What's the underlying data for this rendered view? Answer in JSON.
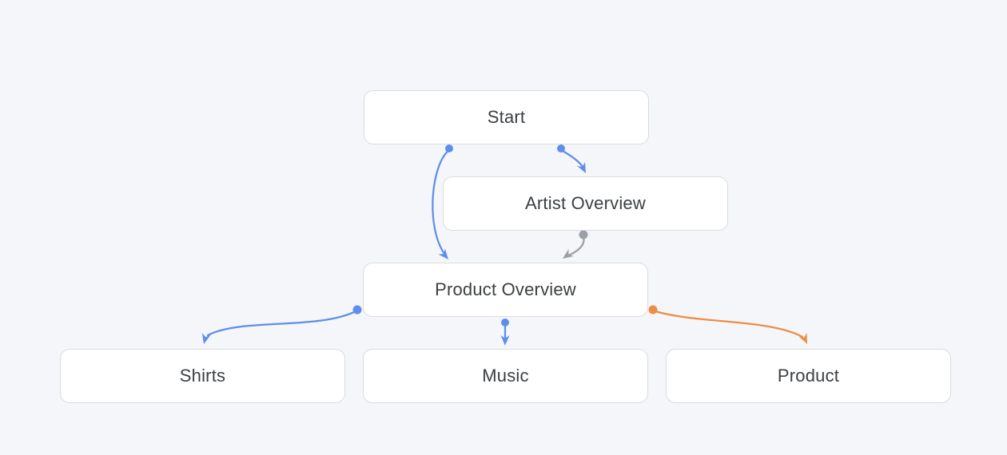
{
  "colors": {
    "canvas-bg": "#f4f6f9",
    "node-bg": "#ffffff",
    "node-border": "#d9dce1",
    "node-text": "#3c4043",
    "edge-blue": "#5e8eec",
    "edge-gray": "#9aa0a6",
    "edge-orange": "#ed8e43"
  },
  "nodes": {
    "start": {
      "label": "Start"
    },
    "artist_overview": {
      "label": "Artist Overview"
    },
    "product_overview": {
      "label": "Product Overview"
    },
    "shirts": {
      "label": "Shirts"
    },
    "music": {
      "label": "Music"
    },
    "product": {
      "label": "Product"
    }
  },
  "edges": [
    {
      "from": "Start",
      "to": "Artist Overview",
      "color": "blue"
    },
    {
      "from": "Start",
      "to": "Product Overview",
      "color": "blue"
    },
    {
      "from": "Artist Overview",
      "to": "Product Overview",
      "color": "gray"
    },
    {
      "from": "Product Overview",
      "to": "Shirts",
      "color": "blue"
    },
    {
      "from": "Product Overview",
      "to": "Music",
      "color": "blue"
    },
    {
      "from": "Product Overview",
      "to": "Product",
      "color": "orange"
    }
  ]
}
